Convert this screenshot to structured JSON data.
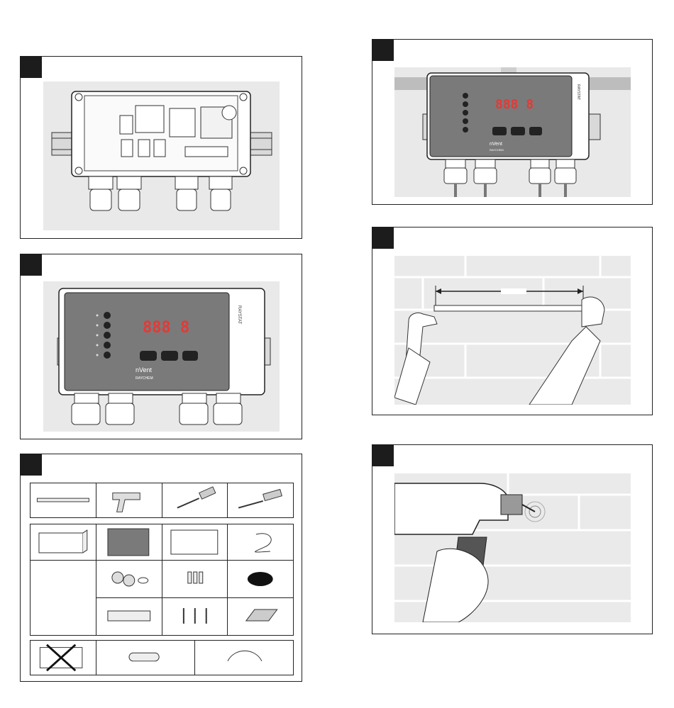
{
  "device": {
    "display": "888 8",
    "brand": "nVent",
    "sub_brand": "RAYCHEM",
    "product": "RAYSTAT"
  },
  "colors": {
    "panel_bg": "#e9e9e9",
    "device_face": "#7a7a7a",
    "display_led": "#e53935",
    "step_badge": "#1c1c1c"
  }
}
